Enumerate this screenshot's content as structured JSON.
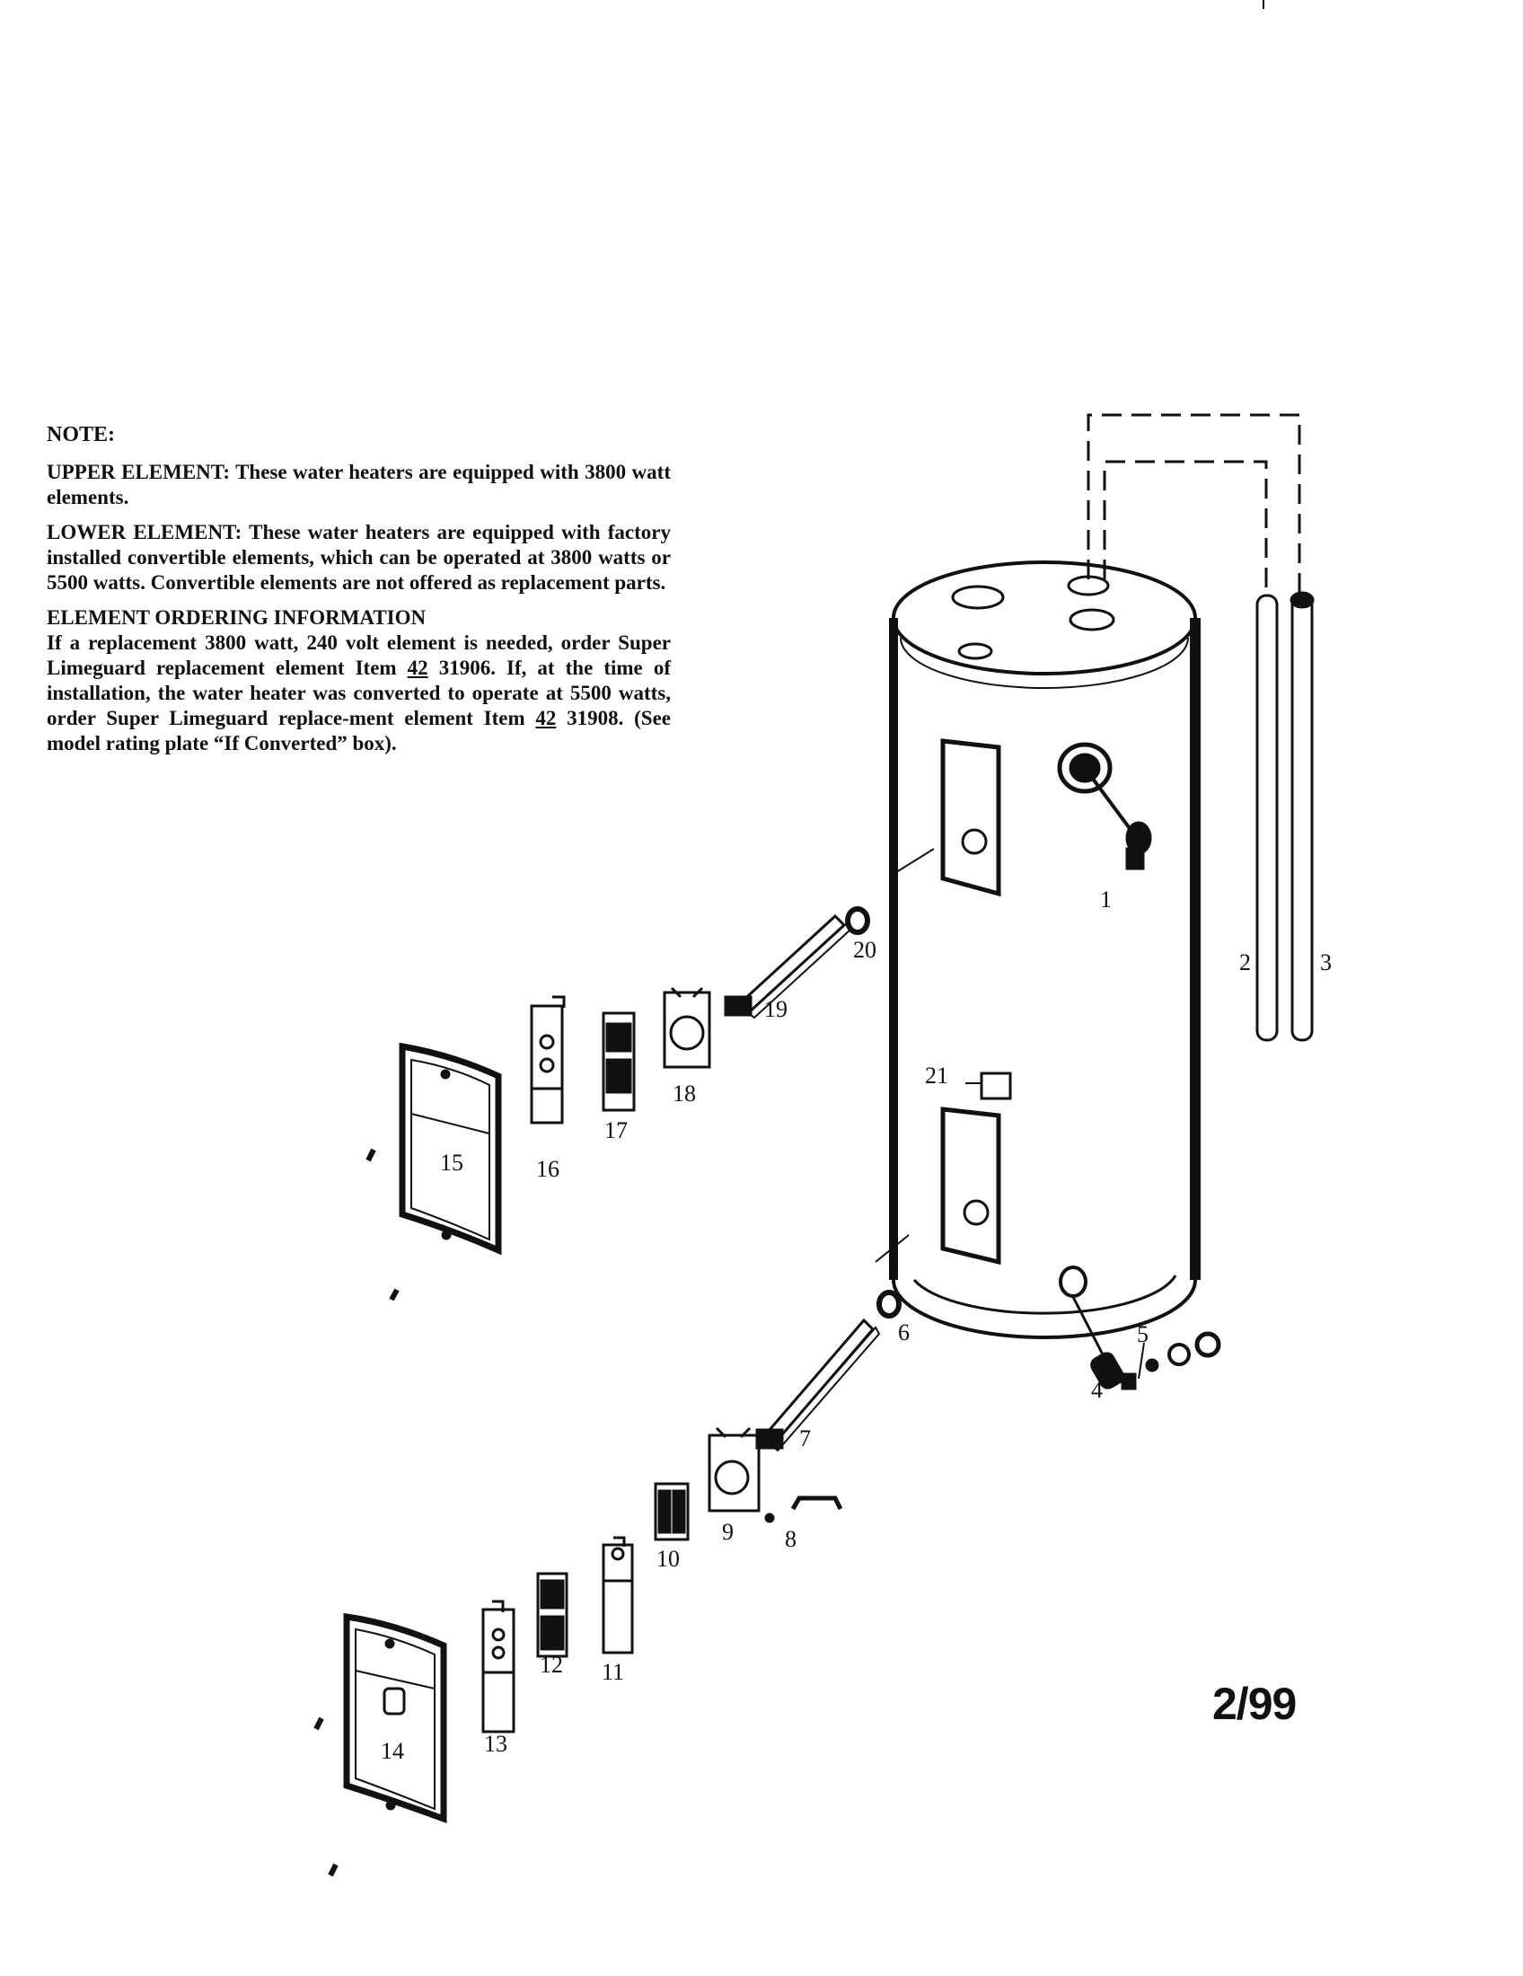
{
  "note": {
    "heading": "NOTE:",
    "upper_element": "UPPER ELEMENT: These water heaters are equipped with 3800 watt elements.",
    "lower_element": "LOWER ELEMENT: These water heaters are equipped with factory installed convertible elements, which can be operated at 3800 watts or 5500 watts. Convertible elements are not offered as replacement parts.",
    "ordering_heading": "ELEMENT ORDERING INFORMATION",
    "ordering_part1": "If a replacement 3800 watt, 240 volt element is needed, order Super Limeguard replacement element Item ",
    "item_code_1": "42",
    "ordering_part2": " 31906. If, at the time of installation, the water heater was converted to operate at 5500 watts, order Super Limeguard replace-ment element Item ",
    "item_code_2": "42",
    "ordering_part3": " 31908. (See model rating plate “If Converted” box)."
  },
  "callouts": {
    "c1": "1",
    "c2": "2",
    "c3": "3",
    "c4": "4",
    "c5": "5",
    "c6": "6",
    "c7": "7",
    "c8": "8",
    "c9": "9",
    "c10": "10",
    "c11": "11",
    "c12": "12",
    "c13": "13",
    "c14": "14",
    "c15": "15",
    "c16": "16",
    "c17": "17",
    "c18": "18",
    "c19": "19",
    "c20": "20",
    "c21": "21"
  },
  "date_code": "2/99"
}
